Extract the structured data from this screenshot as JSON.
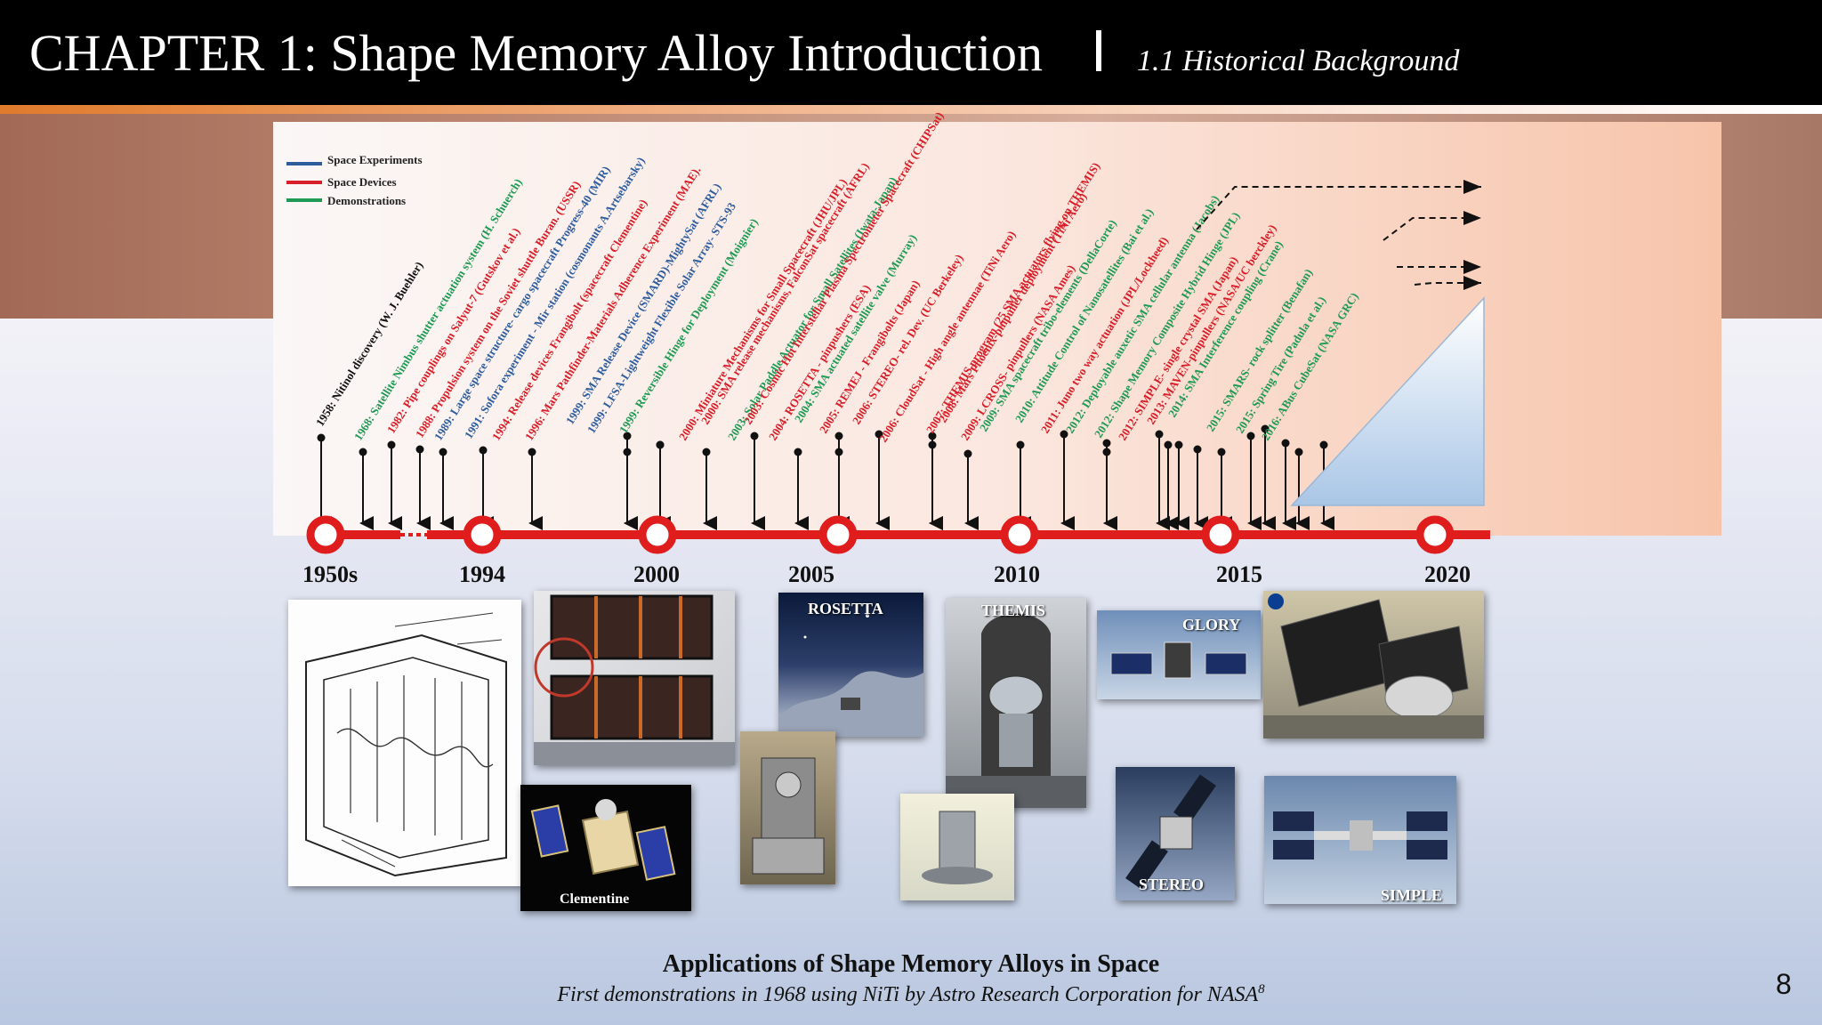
{
  "header": {
    "title": "CHAPTER 1: Shape Memory Alloy Introduction",
    "section": "1.1 Historical Background"
  },
  "colors": {
    "space_experiments": "#2e5d9e",
    "space_devices": "#d81e28",
    "demonstrations": "#1f9a55",
    "timeline": "#e01d1d",
    "black_event": "#111111"
  },
  "legend": [
    {
      "label": "Space Experiments",
      "category": "space_experiments"
    },
    {
      "label": "Space Devices",
      "category": "space_devices"
    },
    {
      "label": "Demonstrations",
      "category": "demonstrations"
    }
  ],
  "timeline": {
    "year_labels": [
      "1950s",
      "1994",
      "2000",
      "2005",
      "2010",
      "2015",
      "2020"
    ],
    "events": [
      {
        "text": "1958: Nitinol discovery (W. J. Buehler)",
        "category": "black_event"
      },
      {
        "text": "1968: Satellite Nimbus shutter actuation system (H. Schuerch)",
        "category": "demonstrations"
      },
      {
        "text": "1982: Pipe couplings on Salyut-7 (Gutskov et al.)",
        "category": "space_devices"
      },
      {
        "text": "1988: Propulsion system on the Soviet shuttle Buran. (USSR)",
        "category": "space_devices"
      },
      {
        "text": "1989: Large space structure- cargo spacecraft Progress-40 (MIR)",
        "category": "space_experiments"
      },
      {
        "text": "1991: Sofora experiment - Mir station (cosmonauts A.Artsebarsky)",
        "category": "space_experiments"
      },
      {
        "text": "1994: Release devices Frangibolt (spacecraft Clementine)",
        "category": "space_devices"
      },
      {
        "text": "1996: Mars Pathfinder-Materials Adherence Experiment (MAE).",
        "category": "space_devices"
      },
      {
        "text": "1999: SMA Release Device (SMARD)-MightySat (AFRL)",
        "category": "space_experiments"
      },
      {
        "text": "1999: LFSA-Lightweight Flexible Solar Array- STS-93",
        "category": "space_experiments"
      },
      {
        "text": "1999: Reversible Hinge for Deployment (Moignier)",
        "category": "demonstrations"
      },
      {
        "text": "2000: Miniature Mechanisms for Small Spacecraft (JHU/JPL)",
        "category": "space_devices"
      },
      {
        "text": "2000: SMA release mechanisms, FalconSat spacecraft (AFRL)",
        "category": "space_devices"
      },
      {
        "text": "2003: Solar Paddle Actuator for Small Satellites (Iwata-Japan)",
        "category": "demonstrations"
      },
      {
        "text": "2003: Cosmic Hot Interstellar Plasma Spectrometer Spacecraft (CHIPSat)",
        "category": "space_devices"
      },
      {
        "text": "2004: ROSETTA - pinpushers (ESA)",
        "category": "space_devices"
      },
      {
        "text": "2004: SMA actuated satellite valve (Murray)",
        "category": "demonstrations"
      },
      {
        "text": "2005: REMEJ - Frangibolts (Japan)",
        "category": "space_devices"
      },
      {
        "text": "2006: STEREO- rel. Dev. (UC Berkeley)",
        "category": "space_devices"
      },
      {
        "text": "2006: CloudSat - High angle antennae (TiNi Aero)",
        "category": "space_devices"
      },
      {
        "text": "2007: THEMIS program (25 SMA actuators flying on THEMIS)",
        "category": "space_devices"
      },
      {
        "text": "2008: Mars Phoenix-pinpuller deployment (TiNi Aero)",
        "category": "space_devices"
      },
      {
        "text": "2009: LCROSS- pinpullers (NASA Ames)",
        "category": "space_devices"
      },
      {
        "text": "2009: SMA spacecraft tribo-elements (DellaCorte)",
        "category": "demonstrations"
      },
      {
        "text": "2010: Attitude Control of Nanosatellites (Bai et al.)",
        "category": "demonstrations"
      },
      {
        "text": "2011: Juno two way actuation (JPL/Lockheed)",
        "category": "space_devices"
      },
      {
        "text": "2012: Deployable auxetic SMA cellular antenna (Jacobs)",
        "category": "demonstrations"
      },
      {
        "text": "2012: Shape Memory Composite Hybrid Hinge (JPL)",
        "category": "demonstrations"
      },
      {
        "text": "2012: SIMPLE- single crystal SMA (Japan)",
        "category": "space_devices"
      },
      {
        "text": "2013: MAVEN-pinpullers (NASA/UC berckley)",
        "category": "space_devices"
      },
      {
        "text": "2014: SMA Interference coupling (Crane)",
        "category": "demonstrations"
      },
      {
        "text": "2015: SMARS- rock splitter (Benafan)",
        "category": "demonstrations"
      },
      {
        "text": "2015: Spring Tire (Padula et al.)",
        "category": "demonstrations"
      },
      {
        "text": "2016: ABus CubeSat (NASA GRC)",
        "category": "demonstrations"
      }
    ]
  },
  "photos": {
    "rosetta": "ROSETTA",
    "themis": "THEMIS",
    "glory": "GLORY",
    "clementine": "Clementine",
    "stereo": "STEREO",
    "simple": "SIMPLE"
  },
  "caption": {
    "title": "Applications of Shape Memory Alloys in Space",
    "subtitle": "First demonstrations in 1968 using NiTi by Astro Research Corporation for NASA",
    "footnote_marker": "8"
  },
  "page_number": "8"
}
